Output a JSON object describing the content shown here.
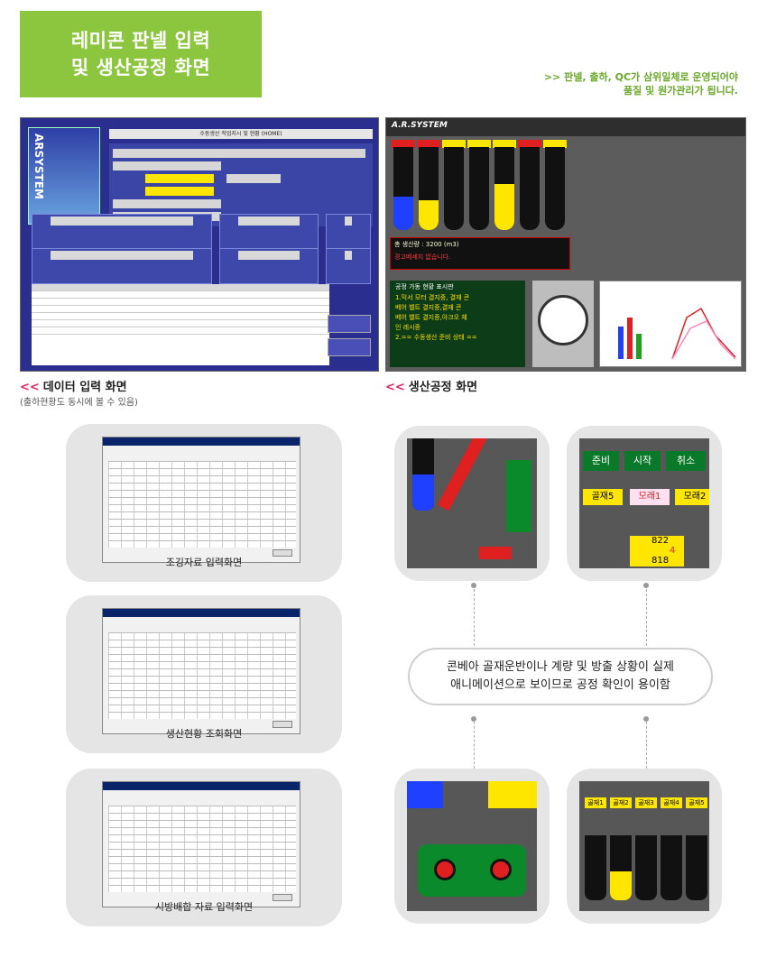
{
  "title": {
    "line1": "레미콘 판넬 입력",
    "line2": "및 생산공정 화면"
  },
  "note": {
    "line1": ">> 판넬, 출하, QC가 삼위일체로 운영되어야",
    "line2": "품질 및 원가관리가 됩니다."
  },
  "left_caption": {
    "arrow": "<<",
    "text": "데이터 입력 화면",
    "sub": "(출하현황도 동시에 볼 수 있음)"
  },
  "right_caption": {
    "arrow": "<<",
    "text": "생산공정 화면"
  },
  "screenA": {
    "logo_text": "ARSYSTEM",
    "header": "수동생산 작업지시 및 현황 (HOME)"
  },
  "screenB": {
    "brand": "A.R.SYSTEM",
    "status": "총 생산량 : 3200 (m3)",
    "status_msg": "경고메세지 없습니다.",
    "console_title": "공정 가동 현황 표시판",
    "console_lines": [
      "1.믹서 모터 결지중, 결재 콘",
      "베어 벨트 결지중,결재 콘",
      "베어 벨트 결지중,아크오 체",
      "인 레시중",
      "2.== 수동생산 준비 상태 =="
    ]
  },
  "cards": [
    {
      "label": "조깅자료 입력화면"
    },
    {
      "label": "생산현황 조회화면"
    },
    {
      "label": "시방배합 자료 입력화면"
    }
  ],
  "zoom_buttons": [
    "준비",
    "시작",
    "취소"
  ],
  "zoom_tags": [
    "골재5",
    "모래1",
    "모래2"
  ],
  "zoom_values": [
    "822",
    "4",
    "818"
  ],
  "zoom_bottom_tags": [
    "골재1",
    "골재2",
    "골재3",
    "골재4",
    "골재5"
  ],
  "bubble": {
    "line1": "콘베아 골재운반이나 계량 및 방출 상황이 실제",
    "line2": "애니메이션으로 보이므로 공정 확인이 용이함"
  },
  "colors": {
    "accent_green": "#8cc63f",
    "caption_arrow": "#e0245e",
    "note_green": "#6aa82a"
  }
}
